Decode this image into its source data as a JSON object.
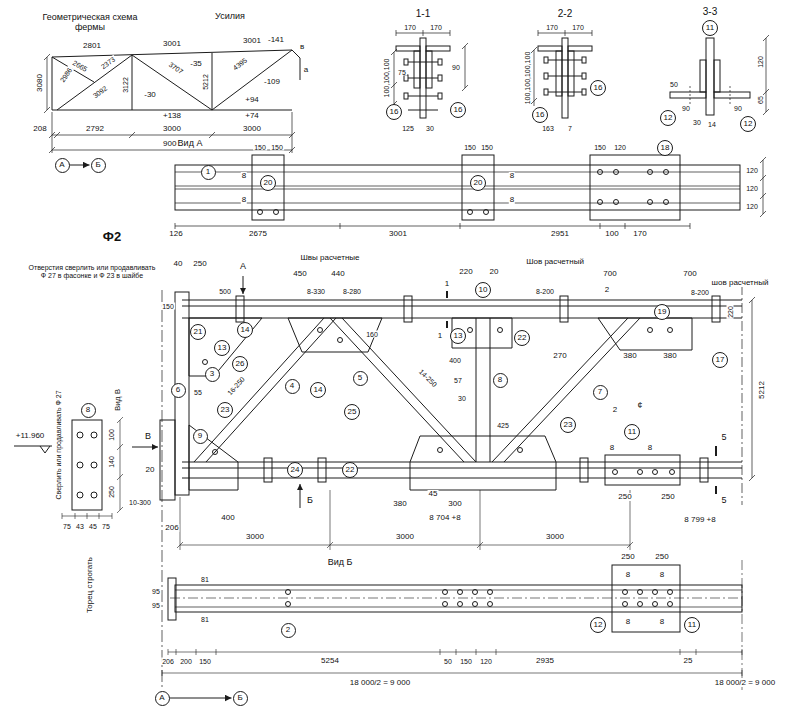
{
  "diagram": {
    "nodes": [
      {
        "text": [
          "А"
        ]
      },
      {
        "text": [
          "Б"
        ]
      },
      {
        "text": [
          "16"
        ]
      },
      {
        "text": [
          "16"
        ]
      },
      {
        "text": [
          "16"
        ]
      },
      {
        "text": [
          "16"
        ]
      },
      {
        "text": [
          "11"
        ]
      },
      {
        "text": [
          "12"
        ]
      },
      {
        "text": [
          "12"
        ]
      },
      {
        "text": [
          "1"
        ]
      },
      {
        "text": [
          "20"
        ]
      },
      {
        "text": [
          "20"
        ]
      },
      {
        "text": [
          "18"
        ]
      },
      {
        "text": [
          "21"
        ]
      },
      {
        "text": [
          "14"
        ]
      },
      {
        "text": [
          "13"
        ]
      },
      {
        "text": [
          "26"
        ]
      },
      {
        "text": [
          "3"
        ]
      },
      {
        "text": [
          "4"
        ]
      },
      {
        "text": [
          "23"
        ]
      },
      {
        "text": [
          "9"
        ]
      },
      {
        "text": [
          "6"
        ]
      },
      {
        "text": [
          "24"
        ]
      },
      {
        "text": [
          "22"
        ]
      },
      {
        "text": [
          "14"
        ]
      },
      {
        "text": [
          "5"
        ]
      },
      {
        "text": [
          "25"
        ]
      },
      {
        "text": [
          "10"
        ]
      },
      {
        "text": [
          "13"
        ]
      },
      {
        "text": [
          "8"
        ]
      },
      {
        "text": [
          "22"
        ]
      },
      {
        "text": [
          "19"
        ]
      },
      {
        "text": [
          "7"
        ]
      },
      {
        "text": [
          "23"
        ]
      },
      {
        "text": [
          "17"
        ]
      },
      {
        "text": [
          "11"
        ]
      },
      {
        "text": [
          "2"
        ]
      },
      {
        "text": [
          "12"
        ]
      },
      {
        "text": [
          "11"
        ]
      },
      {
        "text": [
          "8"
        ]
      },
      {
        "text": [
          "А"
        ]
      },
      {
        "text": [
          "Б"
        ]
      }
    ],
    "edges": [
      {
        "from": 0,
        "to": 1,
        "arrow": "to"
      },
      {
        "from": 40,
        "to": 41,
        "arrow": "to"
      }
    ],
    "labels": [
      "Геометрическая схема фермы",
      "Усилия",
      "2801",
      "3001",
      "3001",
      "-141",
      "2986",
      "3092",
      "2665",
      "2373",
      "3122",
      "3707",
      "4395",
      "5212",
      "-30",
      "-35",
      "-109",
      "+94",
      "в",
      "а",
      "3080",
      "208",
      "2792",
      "3000",
      "3000",
      "9000",
      "+138",
      "+74",
      "1-1",
      "170",
      "170",
      "90",
      "75",
      "100,100,100",
      "125",
      "30",
      "2-2",
      "170",
      "170",
      "100,100,100,100",
      "163",
      "7",
      "3-3",
      "50",
      "90",
      "30",
      "90",
      "14",
      "120",
      "65",
      "Вид А",
      "150",
      "150",
      "150",
      "150",
      "150",
      "120",
      "8",
      "8",
      "8",
      "8",
      "120",
      "120",
      "120",
      "126",
      "2675",
      "3001",
      "2951",
      "100",
      "170",
      "Ф2",
      "Отверстия сверлить или продавливать Ф 27 в фасонке и Ф 23 в шайбе",
      "40",
      "250",
      "А",
      "450",
      "440",
      "Швы расчетные",
      "220",
      "20",
      "Шов расчетный",
      "700",
      "700",
      "шов расчетный",
      "8-330",
      "8-280",
      "8-200",
      "8-200",
      "150",
      "500",
      "55",
      "20",
      "10-300",
      "206",
      "400",
      "16-250",
      "14-250",
      "160",
      "400",
      "57",
      "30",
      "425",
      "45",
      "380",
      "300",
      "8 704 +8",
      "270",
      "380",
      "380",
      "8",
      "8",
      "250",
      "250",
      "8 799 +8",
      "5",
      "5",
      "5212",
      "220",
      "3000",
      "3000",
      "3000",
      "Б",
      "В",
      "¢",
      "+11.960",
      "Вид В",
      "Сверлить или продавливать Ф 27",
      "100",
      "140",
      "250",
      "75",
      "43",
      "45",
      "75",
      "Торец строгать",
      "Вид Б",
      "81",
      "81",
      "95",
      "95",
      "8",
      "8",
      "8",
      "8",
      "250",
      "250",
      "206",
      "200",
      "150",
      "5254",
      "50",
      "150",
      "120",
      "2935",
      "25",
      "18 000/2 = 9 000",
      "18 000/2 = 9 000",
      "1",
      "1",
      "2",
      "2"
    ]
  }
}
